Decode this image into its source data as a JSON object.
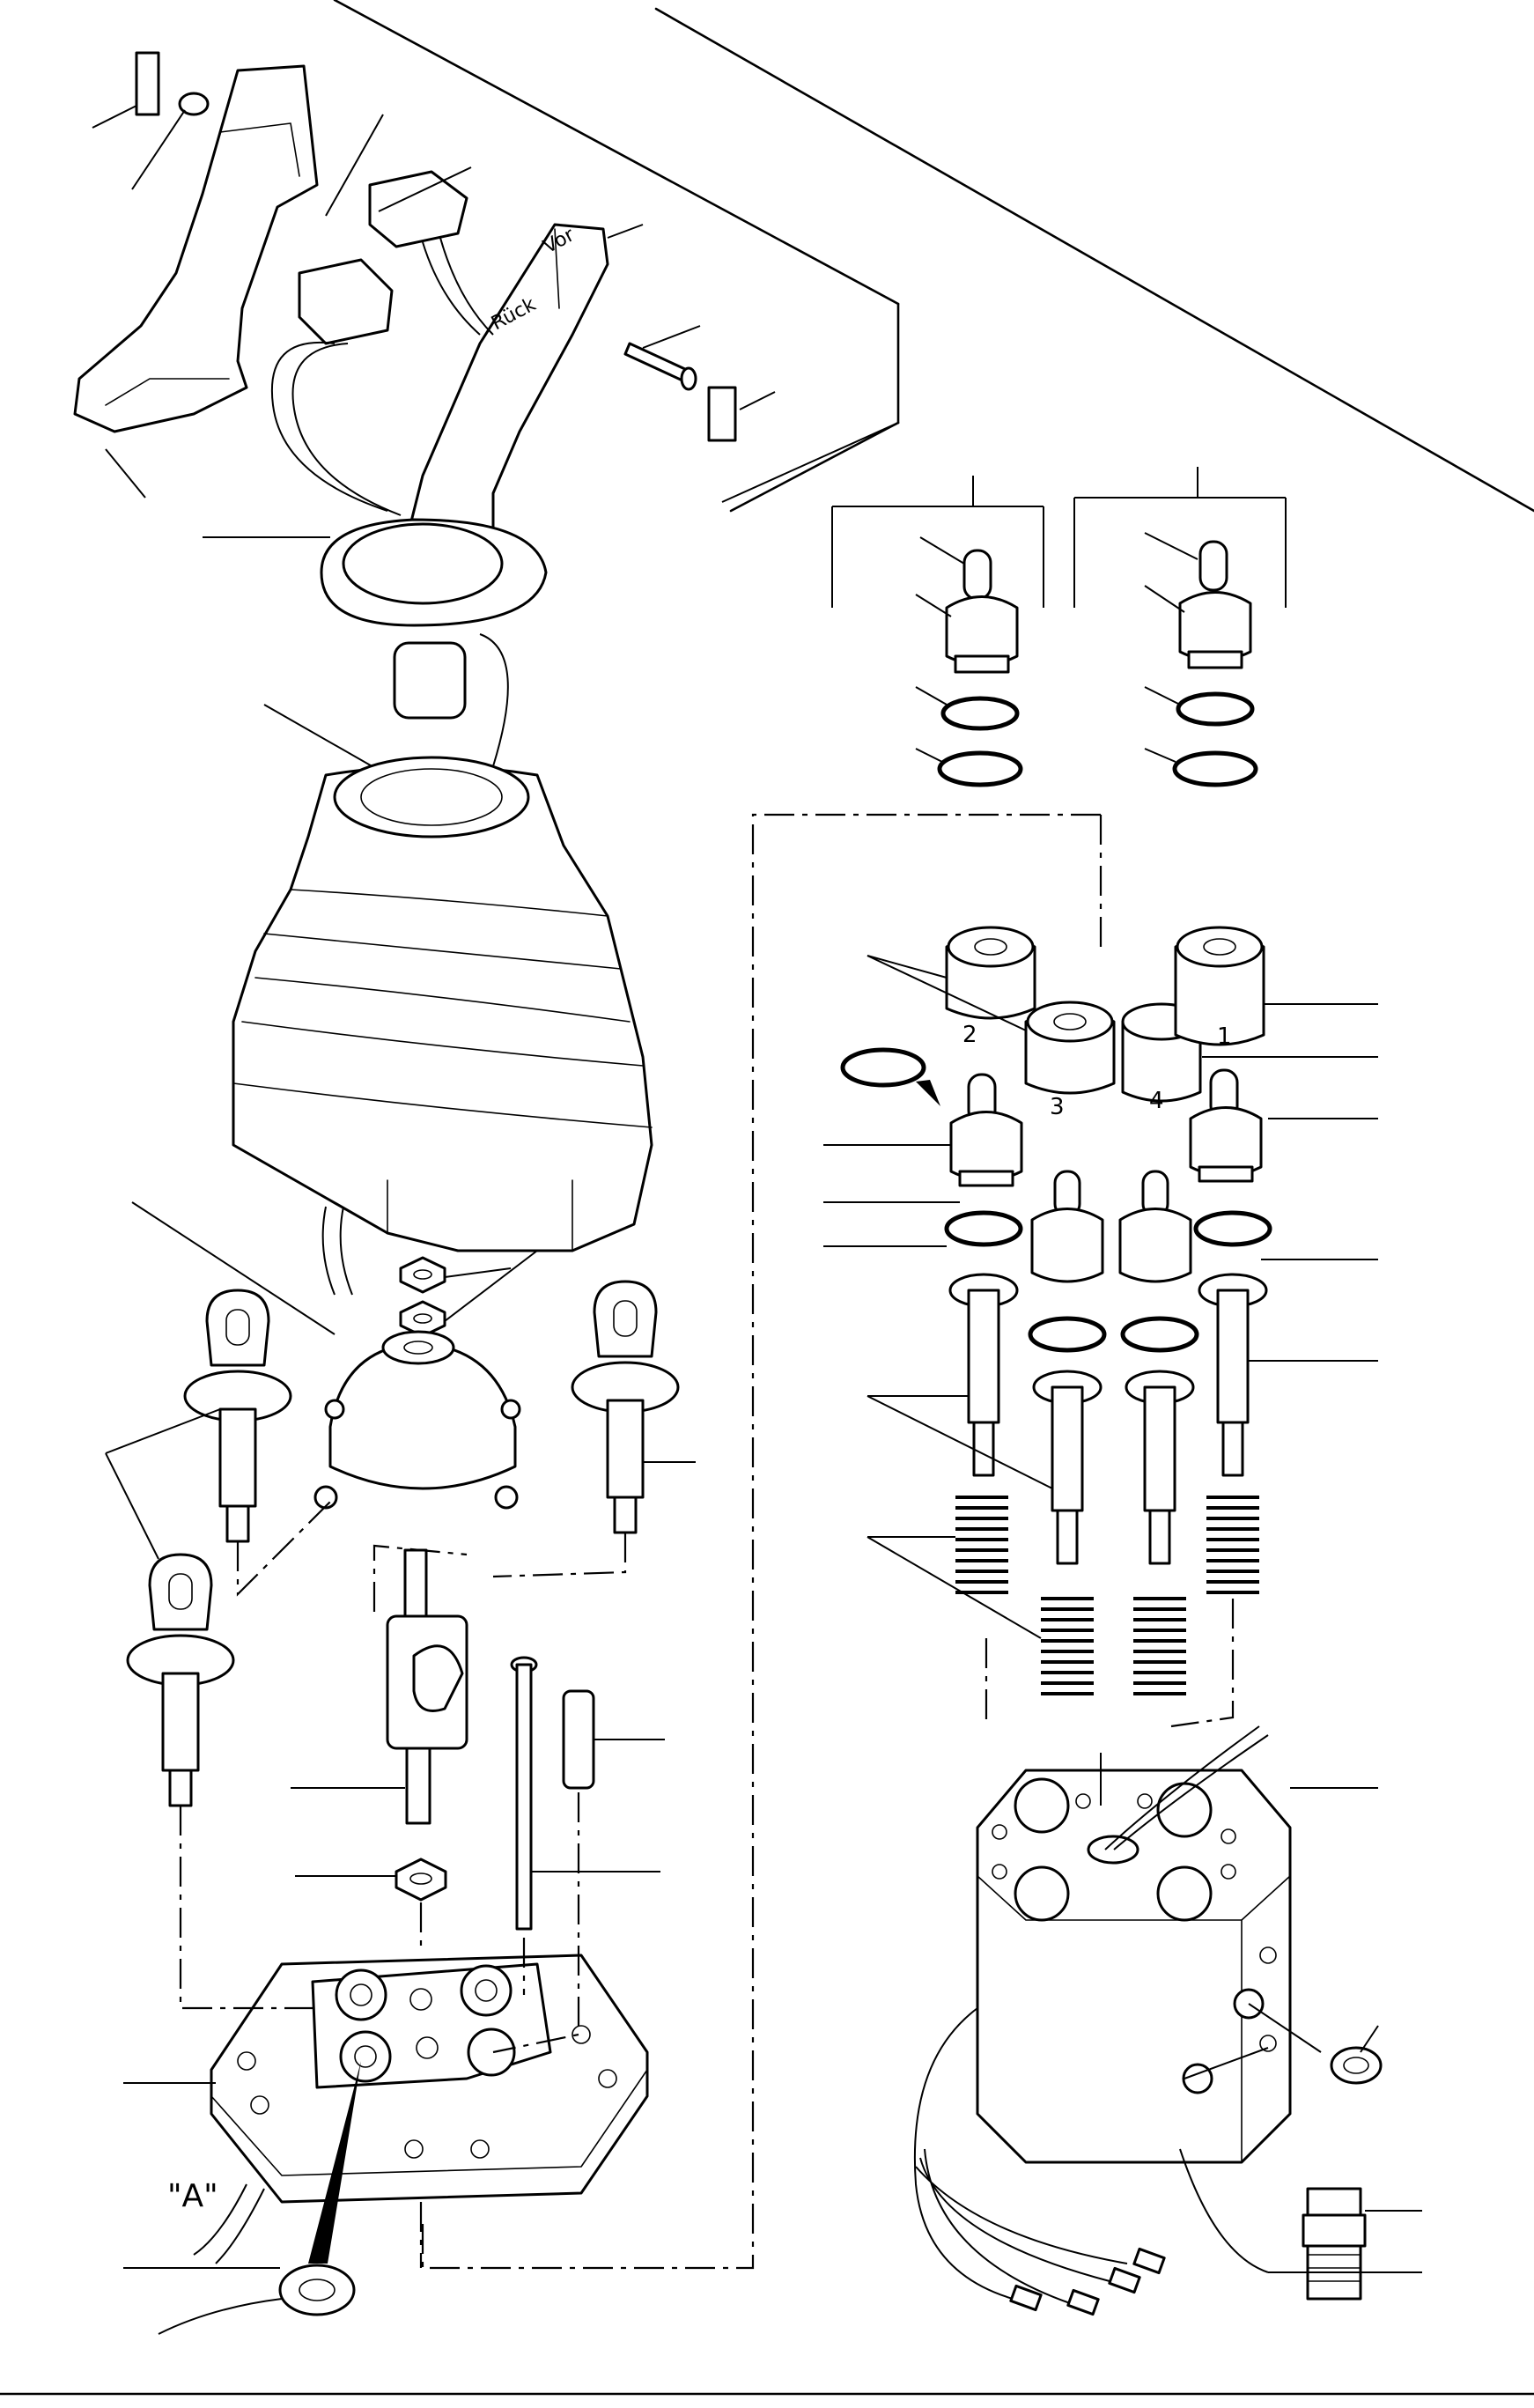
{
  "figure": {
    "view_label": "\"A\"",
    "handle_marking_forward": "Vor",
    "handle_marking_back": "Rück",
    "position_numbers": [
      "1",
      "2",
      "3",
      "4"
    ]
  }
}
